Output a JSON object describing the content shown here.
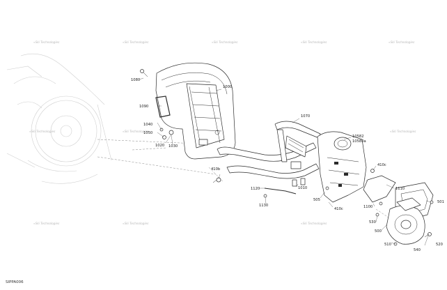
{
  "diagram_code": "SIPPA006",
  "watermark": "«Ski Technologies",
  "callouts": [
    {
      "id": "c1080",
      "text": "1080"
    },
    {
      "id": "c1000",
      "text": "1000"
    },
    {
      "id": "c1090",
      "text": "1090"
    },
    {
      "id": "c1040",
      "text": "1040"
    },
    {
      "id": "c1050",
      "text": "1050"
    },
    {
      "id": "c1020",
      "text": "1020"
    },
    {
      "id": "c1030",
      "text": "1030"
    },
    {
      "id": "c1070",
      "text": "1070"
    },
    {
      "id": "c10582",
      "text": "10582"
    },
    {
      "id": "c10580a",
      "text": "10580a"
    },
    {
      "id": "c410b",
      "text": "410b"
    },
    {
      "id": "c410c",
      "text": "410c"
    },
    {
      "id": "c1120",
      "text": "1120"
    },
    {
      "id": "c1010",
      "text": "1010"
    },
    {
      "id": "c1130",
      "text": "1130"
    },
    {
      "id": "c505",
      "text": "505"
    },
    {
      "id": "c410a",
      "text": "410c"
    },
    {
      "id": "c1110",
      "text": "1110"
    },
    {
      "id": "c1100",
      "text": "1100"
    },
    {
      "id": "c530",
      "text": "530"
    },
    {
      "id": "c500",
      "text": "500"
    },
    {
      "id": "c501",
      "text": "501"
    },
    {
      "id": "c510",
      "text": "510"
    },
    {
      "id": "c520",
      "text": "520"
    },
    {
      "id": "c540",
      "text": "540"
    }
  ],
  "colors": {
    "line": "#2b2b2b",
    "ghost": "#cfcfcf",
    "watermark": "#b8b8b8",
    "background": "#ffffff"
  }
}
